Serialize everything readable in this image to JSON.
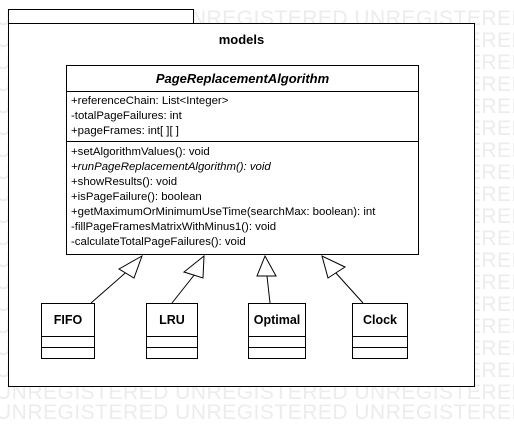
{
  "watermark": {
    "text": "UNREGISTERED UNREGISTERED UNREGISTERED UNREGISTERED UNREGISTERED"
  },
  "package": {
    "name": "models"
  },
  "main_class": {
    "name": "PageReplacementAlgorithm",
    "attributes": [
      "+referenceChain: List<Integer>",
      "-totalPageFailures: int",
      "+pageFrames: int[ ][ ]"
    ],
    "operations": [
      {
        "text": "+setAlgorithmValues(): void",
        "abstract": false
      },
      {
        "text": "+runPageReplacementAlgorithm(): void",
        "abstract": true
      },
      {
        "text": "+showResults(): void",
        "abstract": false
      },
      {
        "text": "+isPageFailure(): boolean",
        "abstract": false
      },
      {
        "text": "+getMaximumOrMinimumUseTime(searchMax: boolean): int",
        "abstract": false
      },
      {
        "text": "-fillPageFramesMatrixWithMinus1(): void",
        "abstract": false
      },
      {
        "text": "-calculateTotalPageFailures(): void",
        "abstract": false
      }
    ]
  },
  "subclasses": [
    {
      "name": "FIFO"
    },
    {
      "name": "LRU"
    },
    {
      "name": "Optimal"
    },
    {
      "name": "Clock"
    }
  ]
}
